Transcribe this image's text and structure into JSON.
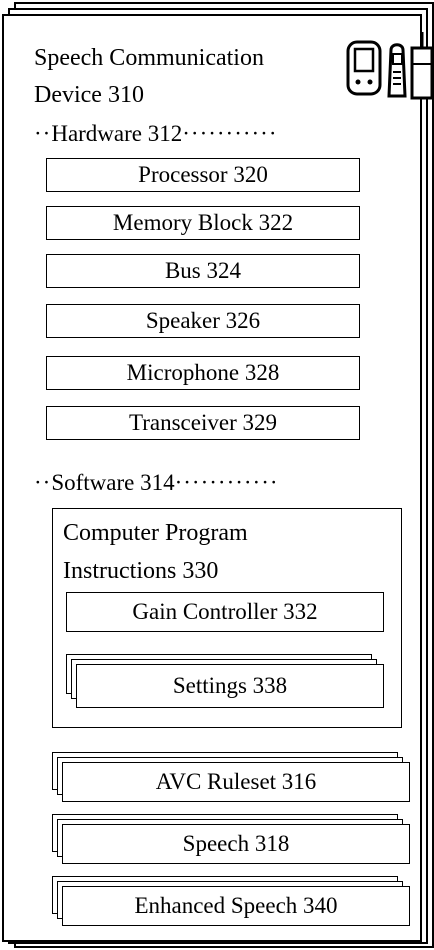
{
  "device": {
    "title_line1": "Speech Communication",
    "title_line2": "Device 310",
    "icons": [
      "pda-icon",
      "mobile-phone-icon",
      "walkie-talkie-icon"
    ]
  },
  "hardware": {
    "label": "Hardware 312",
    "items": [
      "Processor 320",
      "Memory Block 322",
      "Bus 324",
      "Speaker 326",
      "Microphone 328",
      "Transceiver 329"
    ]
  },
  "software": {
    "label": "Software 314",
    "program": {
      "title_line1": "Computer Program",
      "title_line2": "Instructions 330",
      "gain_controller": "Gain Controller 332",
      "settings": "Settings 338"
    }
  },
  "data_stacks": {
    "avc_ruleset": "AVC Ruleset 316",
    "speech": "Speech 318",
    "enhanced_speech": "Enhanced Speech 340"
  }
}
